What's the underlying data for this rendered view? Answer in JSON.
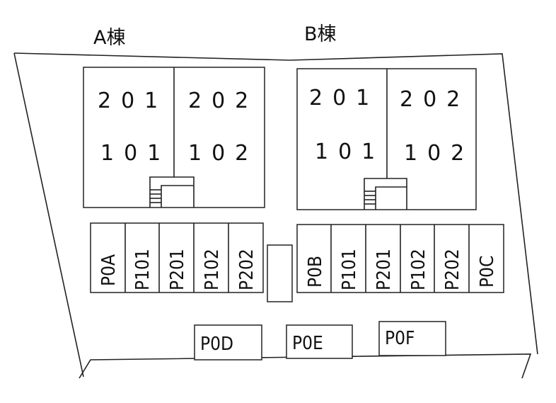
{
  "buildings": {
    "a": {
      "title": "A棟",
      "units": {
        "u201": "201",
        "u202": "202",
        "u101": "101",
        "u102": "102"
      },
      "parking": [
        "P0A",
        "P101",
        "P201",
        "P102",
        "P202"
      ]
    },
    "b": {
      "title": "B棟",
      "units": {
        "u201": "201",
        "u202": "202",
        "u101": "101",
        "u102": "102"
      },
      "parking": [
        "P0B",
        "P101",
        "P201",
        "P102",
        "P202",
        "P0C"
      ]
    }
  },
  "bottom_parking": [
    "P0D",
    "P0E",
    "P0F"
  ]
}
